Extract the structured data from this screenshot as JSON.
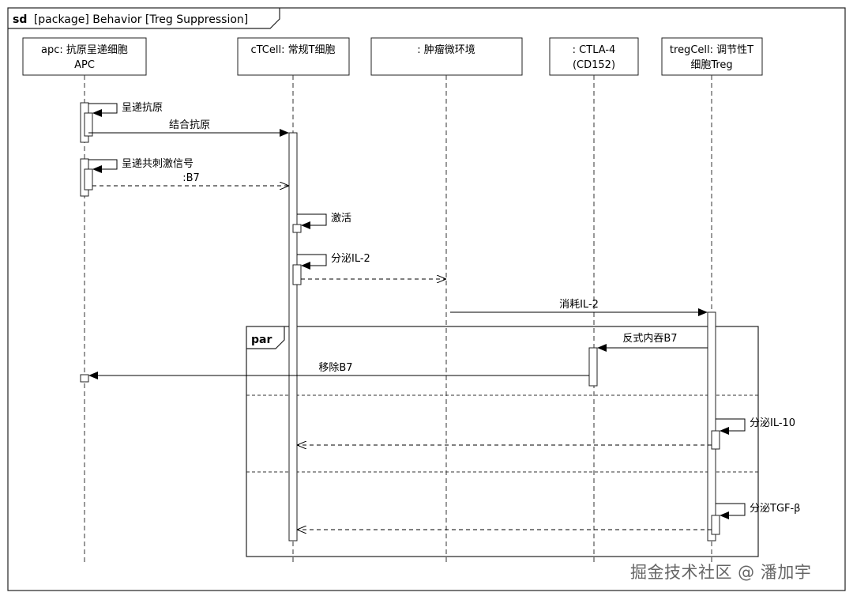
{
  "frame": {
    "keyword": "sd",
    "title": "[package] Behavior [Treg Suppression]"
  },
  "lifelines": [
    {
      "id": "apc",
      "lines": [
        "apc: 抗原呈递细胞",
        "APC"
      ]
    },
    {
      "id": "ct",
      "lines": [
        "cTCell: 常规T细胞"
      ]
    },
    {
      "id": "tumor",
      "lines": [
        ": 肿瘤微环境"
      ]
    },
    {
      "id": "ctla",
      "lines": [
        ": CTLA-4",
        "(CD152)"
      ]
    },
    {
      "id": "treg",
      "lines": [
        "tregCell: 调节性T",
        "细胞Treg"
      ]
    }
  ],
  "messages": [
    {
      "id": "m1",
      "text": "呈递抗原",
      "from": "apc",
      "to": "apc",
      "kind": "self"
    },
    {
      "id": "m2",
      "text": "结合抗原",
      "from": "apc",
      "to": "ct",
      "kind": "sync"
    },
    {
      "id": "m3",
      "text": "呈递共刺激信号",
      "from": "apc",
      "to": "apc",
      "kind": "self"
    },
    {
      "id": "m4",
      "text": ":B7",
      "from": "apc",
      "to": "ct",
      "kind": "reply"
    },
    {
      "id": "m5",
      "text": "激活",
      "from": "ct",
      "to": "ct",
      "kind": "self"
    },
    {
      "id": "m6",
      "text": "分泌IL-2",
      "from": "ct",
      "to": "ct",
      "kind": "self"
    },
    {
      "id": "m7",
      "text": "",
      "from": "ct",
      "to": "tumor",
      "kind": "reply"
    },
    {
      "id": "m8",
      "text": "消耗IL-2",
      "from": "tumor",
      "to": "treg",
      "kind": "sync"
    },
    {
      "id": "m9",
      "text": "反式内吞B7",
      "from": "treg",
      "to": "ctla",
      "kind": "sync"
    },
    {
      "id": "m10",
      "text": "移除B7",
      "from": "ctla",
      "to": "apc",
      "kind": "sync"
    },
    {
      "id": "m11",
      "text": "分泌IL-10",
      "from": "treg",
      "to": "treg",
      "kind": "self"
    },
    {
      "id": "m12",
      "text": "",
      "from": "treg",
      "to": "ct",
      "kind": "reply"
    },
    {
      "id": "m13",
      "text": "分泌TGF-β",
      "from": "treg",
      "to": "treg",
      "kind": "self"
    },
    {
      "id": "m14",
      "text": "",
      "from": "treg",
      "to": "ct",
      "kind": "reply"
    }
  ],
  "fragment": {
    "operator": "par",
    "operands": 3
  },
  "watermark": "掘金技术社区 @ 潘加宇"
}
